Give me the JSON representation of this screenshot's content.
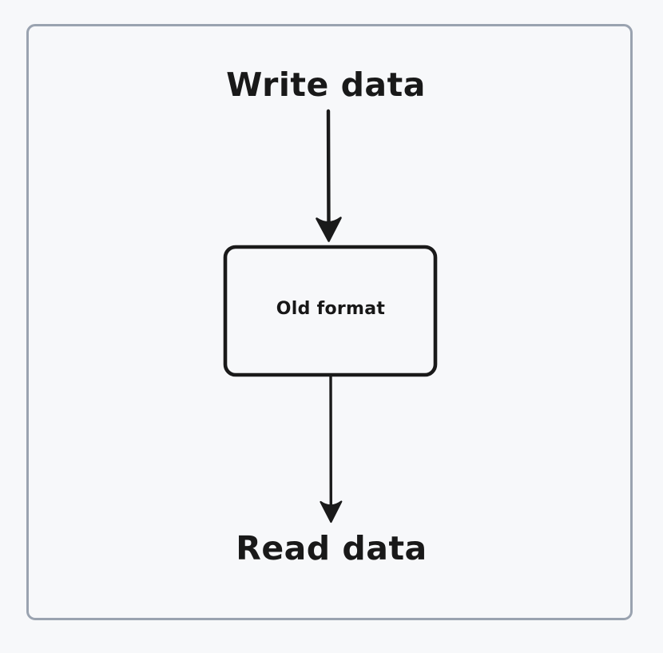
{
  "diagram": {
    "title": "Write / Read data flow through Old format store",
    "background_color": "#f7f8fa",
    "frame": {
      "border_color": "#9aa3b0",
      "fill": "transparent"
    },
    "stroke_color": "#1a1a1a",
    "text_color": "#191919",
    "labels": {
      "source": "Write data",
      "sink": "Read data"
    },
    "nodes": [
      {
        "id": "old-format",
        "label": "Old format",
        "shape": "rounded-rectangle",
        "stroke": "#1a1a1a",
        "fill": "transparent"
      }
    ],
    "edges": [
      {
        "id": "write-to-node",
        "from": "Write data",
        "to": "Old format",
        "label": "",
        "direction": "down",
        "arrowhead": "filled-barb"
      },
      {
        "id": "node-to-read",
        "from": "Old format",
        "to": "Read data",
        "label": "",
        "direction": "down",
        "arrowhead": "filled-barb"
      }
    ]
  }
}
